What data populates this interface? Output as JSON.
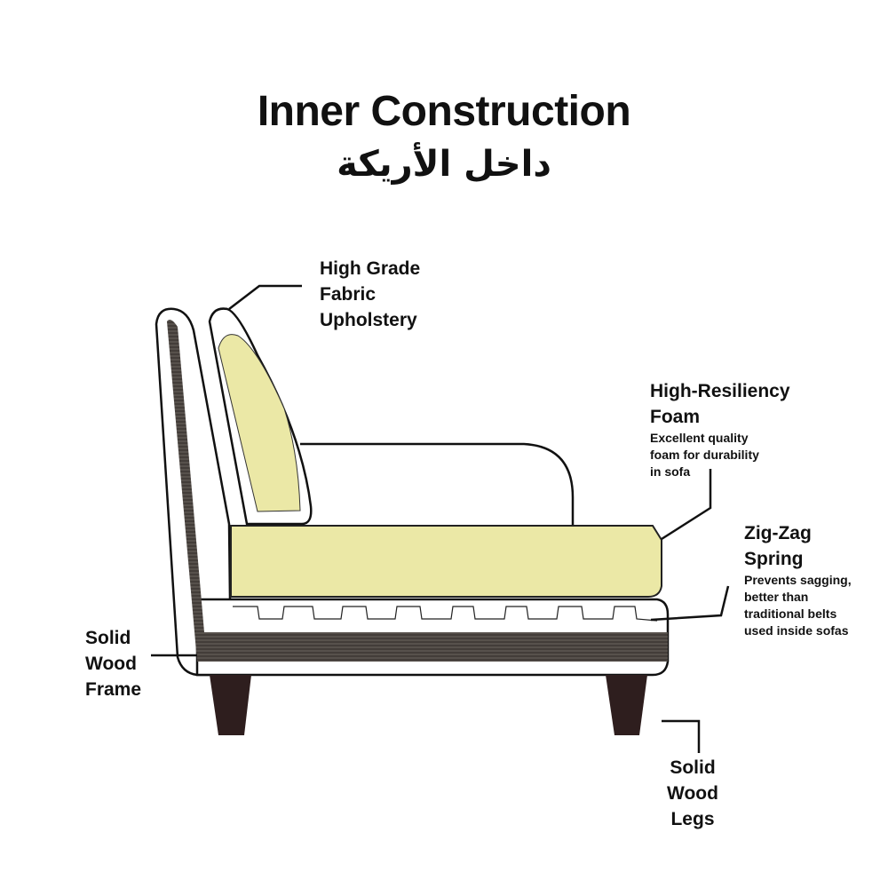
{
  "title": "Inner Construction",
  "title_arabic": "داخل الأريكة",
  "labels": {
    "upholstery": [
      "High Grade",
      "Fabric",
      "Upholstery"
    ],
    "foam": {
      "title": [
        "High-Resiliency",
        "Foam"
      ],
      "desc": [
        "Excellent quality",
        "foam for durability",
        "in sofa"
      ]
    },
    "spring": {
      "title": [
        "Zig-Zag",
        "Spring"
      ],
      "desc": [
        "Prevents sagging,",
        "better than",
        "traditional belts",
        "used inside sofas"
      ]
    },
    "frame": [
      "Solid",
      "Wood",
      "Frame"
    ],
    "legs": [
      "Solid",
      "Wood",
      "Legs"
    ]
  },
  "colors": {
    "foam": "#ebe8a6",
    "wood": "#4a4440",
    "legs": "#2e1e1e",
    "outline": "#111111"
  }
}
